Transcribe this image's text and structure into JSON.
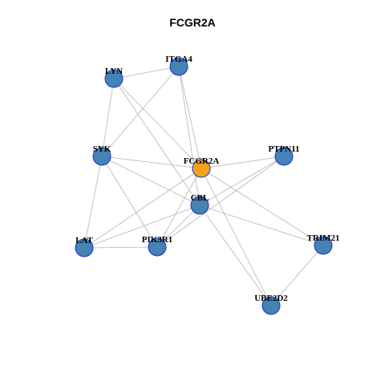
{
  "title": "FCGR2A",
  "colors": {
    "center_node": "#f5a11c",
    "node": "#4682b4",
    "node_border": "#1a33cc",
    "edge": "#b5b5b5"
  },
  "nodes": [
    {
      "id": "FCGR2A",
      "label": "FCGR2A",
      "center": true
    },
    {
      "id": "ITGA4",
      "label": "ITGA4"
    },
    {
      "id": "LYN",
      "label": "LYN"
    },
    {
      "id": "SYK",
      "label": "SYK"
    },
    {
      "id": "PTPN11",
      "label": "PTPN11"
    },
    {
      "id": "CBL",
      "label": "CBL"
    },
    {
      "id": "LAT",
      "label": "LAT"
    },
    {
      "id": "PIK3R1",
      "label": "PIK3R1"
    },
    {
      "id": "TRIM21",
      "label": "TRIM21"
    },
    {
      "id": "UBE2D2",
      "label": "UBE2D2"
    }
  ],
  "edges": [
    [
      "LYN",
      "ITGA4"
    ],
    [
      "LYN",
      "SYK"
    ],
    [
      "LYN",
      "FCGR2A"
    ],
    [
      "LYN",
      "CBL"
    ],
    [
      "ITGA4",
      "SYK"
    ],
    [
      "ITGA4",
      "FCGR2A"
    ],
    [
      "ITGA4",
      "CBL"
    ],
    [
      "SYK",
      "FCGR2A"
    ],
    [
      "SYK",
      "CBL"
    ],
    [
      "SYK",
      "PIK3R1"
    ],
    [
      "SYK",
      "LAT"
    ],
    [
      "FCGR2A",
      "PTPN11"
    ],
    [
      "FCGR2A",
      "LAT"
    ],
    [
      "FCGR2A",
      "PIK3R1"
    ],
    [
      "FCGR2A",
      "TRIM21"
    ],
    [
      "FCGR2A",
      "UBE2D2"
    ],
    [
      "PTPN11",
      "CBL"
    ],
    [
      "PTPN11",
      "PIK3R1"
    ],
    [
      "CBL",
      "LAT"
    ],
    [
      "CBL",
      "PIK3R1"
    ],
    [
      "CBL",
      "TRIM21"
    ],
    [
      "CBL",
      "UBE2D2"
    ],
    [
      "LAT",
      "PIK3R1"
    ],
    [
      "TRIM21",
      "UBE2D2"
    ]
  ]
}
